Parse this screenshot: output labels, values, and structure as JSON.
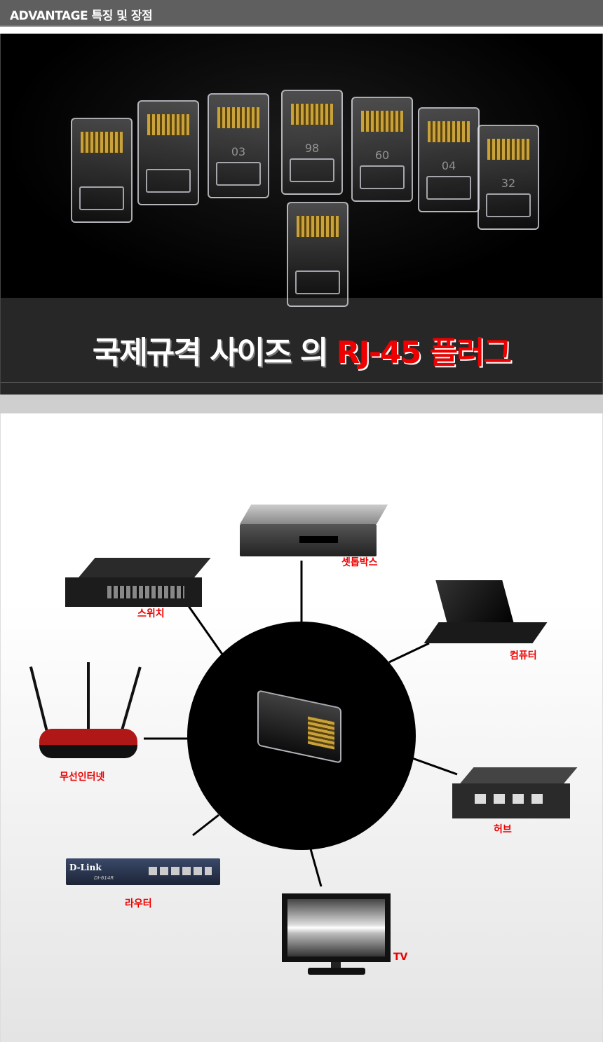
{
  "header": {
    "title": "ADVANTAGE 특징 및 장점"
  },
  "hero": {
    "plug_numbers": [
      "",
      "",
      "03",
      "98",
      "60",
      "04",
      "32",
      ""
    ]
  },
  "banner": {
    "title_white": "국제규격 사이즈 의 ",
    "title_red": "RJ-45 플러그"
  },
  "devices": {
    "settop": "셋톱박스",
    "switch": "스위치",
    "computer": "컴퓨터",
    "wireless": "무선인터넷",
    "hub": "허브",
    "router": "라우터",
    "tv": "TV",
    "router_brand": "D-Link",
    "router_model": "DI-614R"
  },
  "colors": {
    "accent": "#e00000"
  }
}
